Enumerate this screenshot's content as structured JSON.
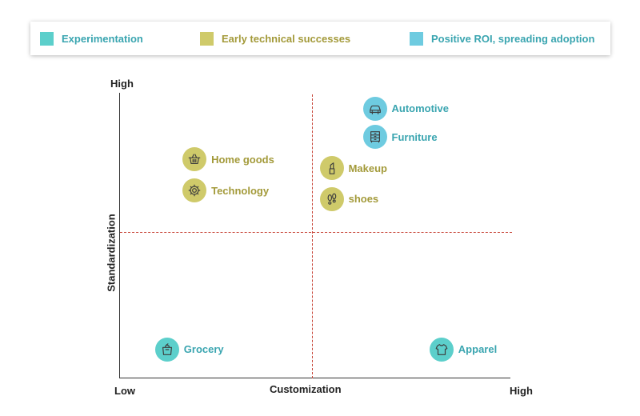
{
  "legend": {
    "items": [
      {
        "label": "Experimentation",
        "color": "#5ccfcb",
        "text_color": "#3aa5b0"
      },
      {
        "label": "Early technical successes",
        "color": "#cfca6a",
        "text_color": "#a39a3a"
      },
      {
        "label": "Positive ROI, spreading adoption",
        "color": "#6ecbe0",
        "text_color": "#3aa5b0"
      }
    ]
  },
  "chart_data": {
    "type": "scatter",
    "xlabel": "Customization",
    "ylabel": "Standardization",
    "x_ticks": [
      "Low",
      "High"
    ],
    "y_ticks": [
      "High"
    ],
    "xlim": [
      0,
      100
    ],
    "ylim": [
      0,
      100
    ],
    "quadrant_dividers": {
      "x": 49,
      "y": 52
    },
    "grid": false,
    "legend_position": "top",
    "points": [
      {
        "label": "Automotive",
        "x": 65,
        "y": 95,
        "stage": "Positive ROI, spreading adoption",
        "icon": "car-icon"
      },
      {
        "label": "Furniture",
        "x": 65,
        "y": 85,
        "stage": "Positive ROI, spreading adoption",
        "icon": "dresser-icon"
      },
      {
        "label": "Home goods",
        "x": 19,
        "y": 77,
        "stage": "Early technical successes",
        "icon": "basket-icon"
      },
      {
        "label": "Technology",
        "x": 19,
        "y": 66,
        "stage": "Early technical successes",
        "icon": "gear-icon"
      },
      {
        "label": "Makeup",
        "x": 54,
        "y": 74,
        "stage": "Early technical successes",
        "icon": "lipstick-icon"
      },
      {
        "label": "shoes",
        "x": 54,
        "y": 63,
        "stage": "Early technical successes",
        "icon": "footprint-icon"
      },
      {
        "label": "Grocery",
        "x": 12,
        "y": 10,
        "stage": "Experimentation",
        "icon": "grocery-bag-icon"
      },
      {
        "label": "Apparel",
        "x": 82,
        "y": 10,
        "stage": "Experimentation",
        "icon": "shirt-icon"
      }
    ]
  }
}
